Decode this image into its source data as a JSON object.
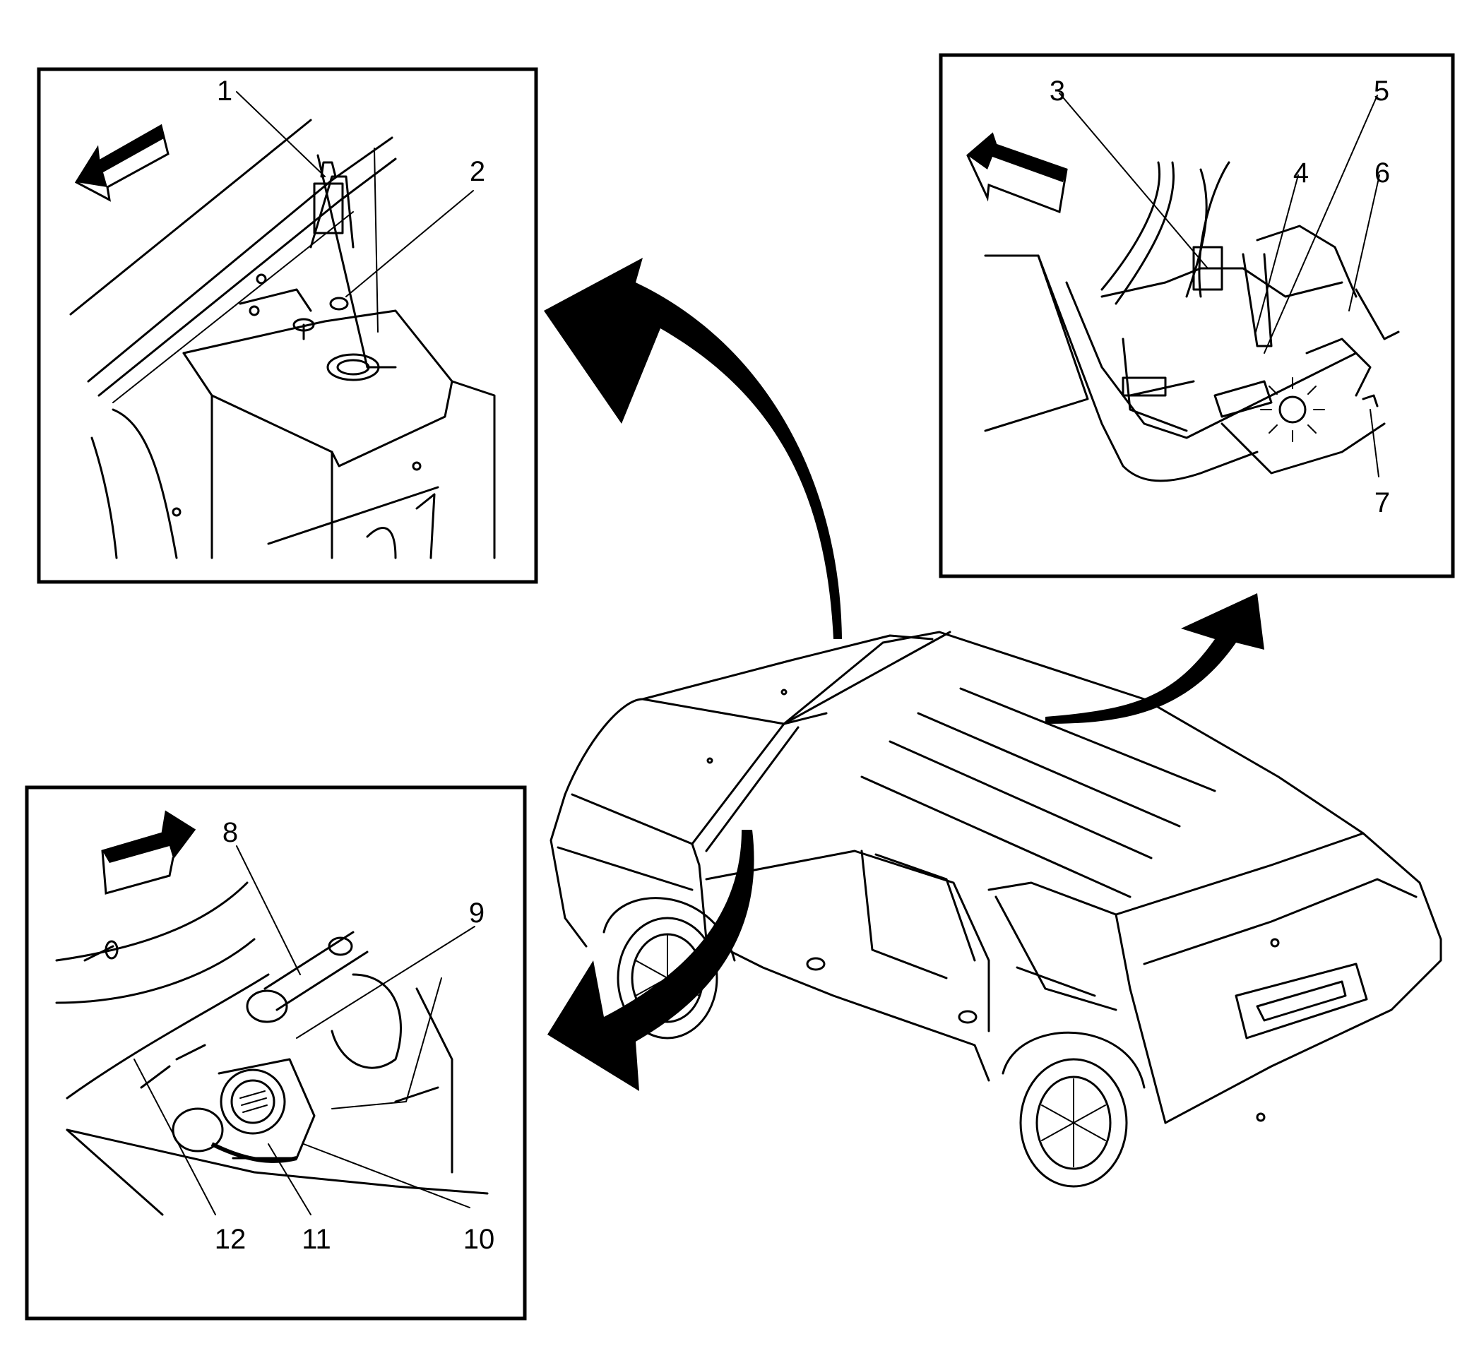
{
  "callouts": {
    "c1": "1",
    "c2": "2",
    "c3": "3",
    "c4": "4",
    "c5": "5",
    "c6": "6",
    "c7": "7",
    "c8": "8",
    "c9": "9",
    "c10": "10",
    "c11": "11",
    "c12": "12"
  },
  "colors": {
    "ink": "#000000",
    "background": "#ffffff"
  },
  "icons": [
    "forward-direction-arrow-icon",
    "curved-pointer-arrow-icon",
    "vehicle-illustration"
  ]
}
